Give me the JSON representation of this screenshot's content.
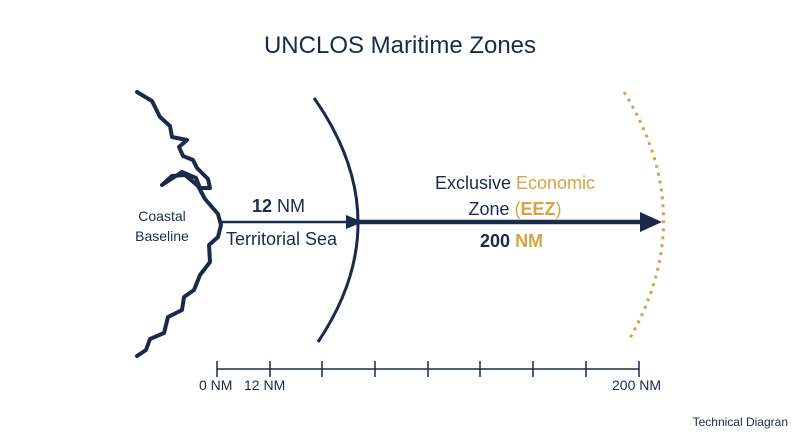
{
  "title": "UNCLOS Maritime Zones",
  "coastal_baseline": {
    "line1": "Coastal",
    "line2": "Baseline"
  },
  "territorial": {
    "value": "12",
    "unit": "NM",
    "label": "Territorial Sea"
  },
  "eez": {
    "word1": "Exclusive",
    "word2": "Economic",
    "word3": "Zone",
    "paren_open": "(",
    "abbr": "EEZ",
    "paren_close": ")",
    "value": "200",
    "unit": "NM"
  },
  "scale": {
    "tick_0": "0 NM",
    "tick_12": "12 NM",
    "tick_200": "200 NM"
  },
  "footer": "Technical Diagran",
  "colors": {
    "navy": "#1b2a4a",
    "gold": "#d4a446"
  }
}
